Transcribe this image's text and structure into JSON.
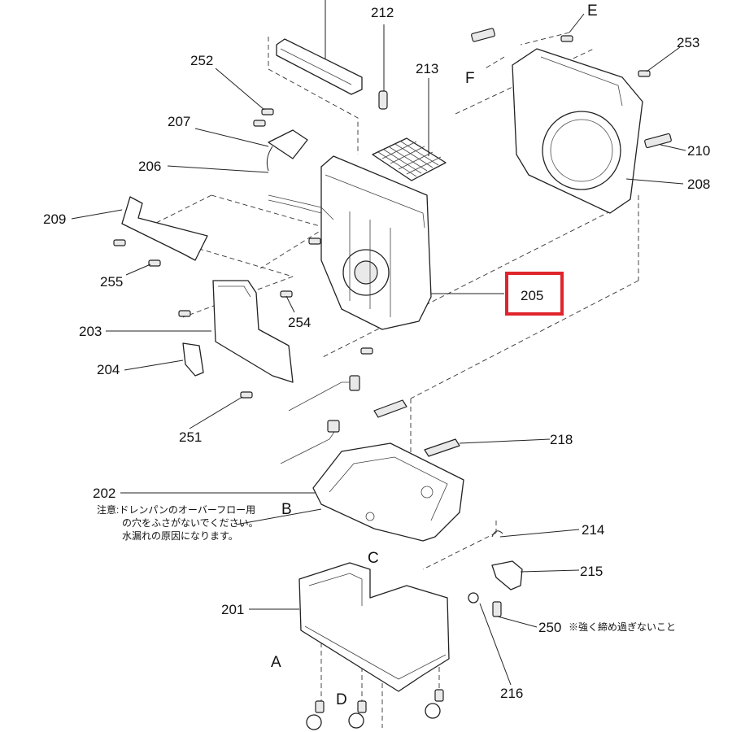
{
  "labels": {
    "p201": "201",
    "p202": "202",
    "p203": "203",
    "p204": "204",
    "p205": "205",
    "p206": "206",
    "p207": "207",
    "p208": "208",
    "p209": "209",
    "p210": "210",
    "p212": "212",
    "p213": "213",
    "p214": "214",
    "p215": "215",
    "p216": "216",
    "p218": "218",
    "p250": "250",
    "p251": "251",
    "p252": "252",
    "p253": "253",
    "p254": "254",
    "p255": "255"
  },
  "letters": {
    "a": "A",
    "b": "B",
    "c": "C",
    "d": "D",
    "e": "E",
    "f": "F"
  },
  "notes": {
    "drain_line1": "注意:ドレンパンのオーバーフロー用",
    "drain_line2": "の穴をふさがないでください。",
    "drain_line3": "水漏れの原因になります。",
    "screw": "※強く締め過ぎないこと"
  },
  "highlight": {
    "target": "205",
    "color": "#e0242b"
  }
}
